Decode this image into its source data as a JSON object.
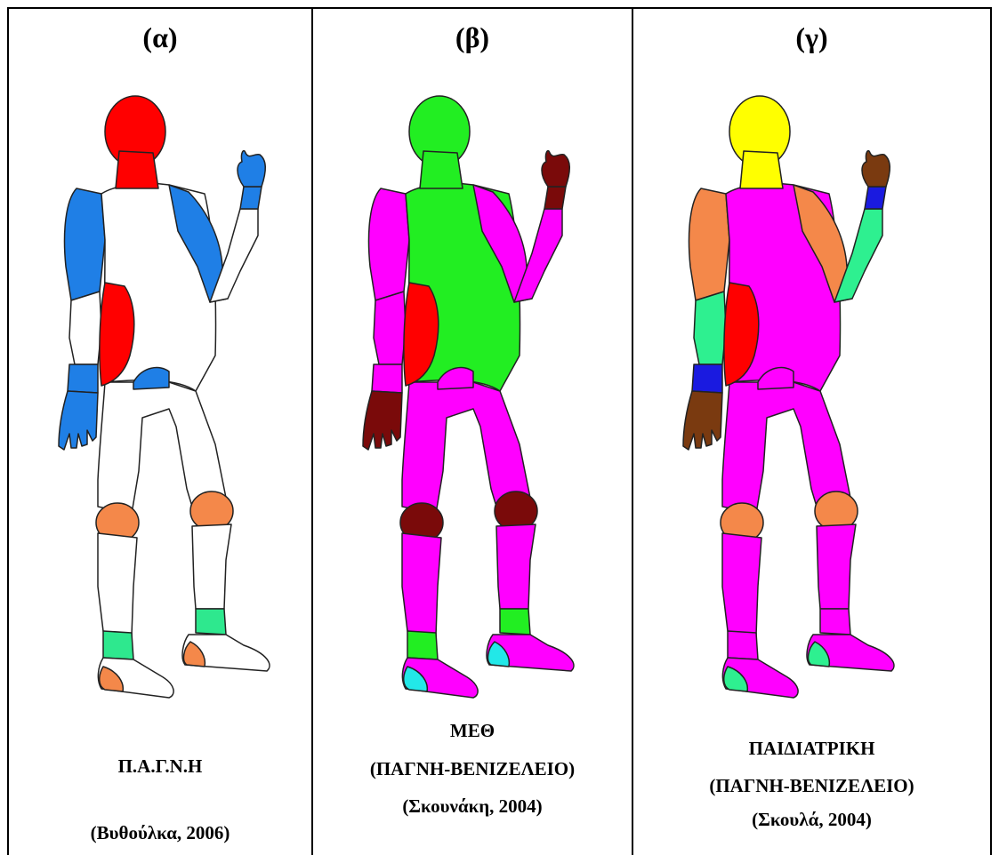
{
  "panels": [
    {
      "title": "(α)",
      "caption_line1": "Π.Α.Γ.Ν.Η",
      "caption_line2": "",
      "caption_line3": "(Βυθούλκα, 2006)",
      "colors": {
        "head": "#ff0000",
        "torso": "#ffffff",
        "upper_arm_back": "#1f7fe6",
        "forearm_back": "#ffffff",
        "hand_back": "#1f7fe6",
        "wrist_back": "#1f7fe6",
        "upper_arm_front": "#1f7fe6",
        "forearm_front": "#ffffff",
        "hand_front": "#1f7fe6",
        "wrist_front": "#1f7fe6",
        "flank": "#ff0000",
        "hip_patch": "#1f7fe6",
        "thigh": "#ffffff",
        "knee": "#f4884a",
        "shin": "#ffffff",
        "ankle": "#2ee88e",
        "foot": "#ffffff",
        "heel": "#f4884a"
      }
    },
    {
      "title": "(β)",
      "caption_line1": "ΜΕΘ",
      "caption_line2": "(ΠΑΓΝΗ-ΒΕΝΙΖΕΛΕΙΟ)",
      "caption_line3": "(Σκουνάκη, 2004)",
      "colors": {
        "head": "#22ee22",
        "torso": "#22ee22",
        "upper_arm_back": "#ff00ff",
        "forearm_back": "#ff00ff",
        "hand_back": "#7a0a0a",
        "wrist_back": "#ff00ff",
        "upper_arm_front": "#ff00ff",
        "forearm_front": "#ff00ff",
        "hand_front": "#7a0a0a",
        "wrist_front": "#7a0a0a",
        "flank": "#ff0000",
        "hip_patch": "#ff00ff",
        "thigh": "#ff00ff",
        "knee": "#7a0a0a",
        "shin": "#ff00ff",
        "ankle": "#22ee22",
        "foot": "#ff00ff",
        "heel": "#22e8e8"
      }
    },
    {
      "title": "(γ)",
      "caption_line1": "ΠΑΙΔΙΑΤΡΙΚΗ",
      "caption_line2": "(ΠΑΓΝΗ-ΒΕΝΙΖΕΛΕΙΟ)",
      "caption_line3": "(Σκουλά, 2004)",
      "colors": {
        "head": "#ffff00",
        "torso": "#ff00ff",
        "upper_arm_back": "#f4884a",
        "forearm_back": "#2ef090",
        "hand_back": "#7a3a10",
        "wrist_back": "#1a1ae0",
        "upper_arm_front": "#f4884a",
        "forearm_front": "#2ef090",
        "hand_front": "#7a3a10",
        "wrist_front": "#1a1ae0",
        "flank": "#ff0000",
        "hip_patch": "#ff00ff",
        "thigh": "#ff00ff",
        "knee": "#f4884a",
        "shin": "#ff00ff",
        "ankle": "#ff00ff",
        "foot": "#ff00ff",
        "heel": "#2ef090"
      }
    }
  ]
}
